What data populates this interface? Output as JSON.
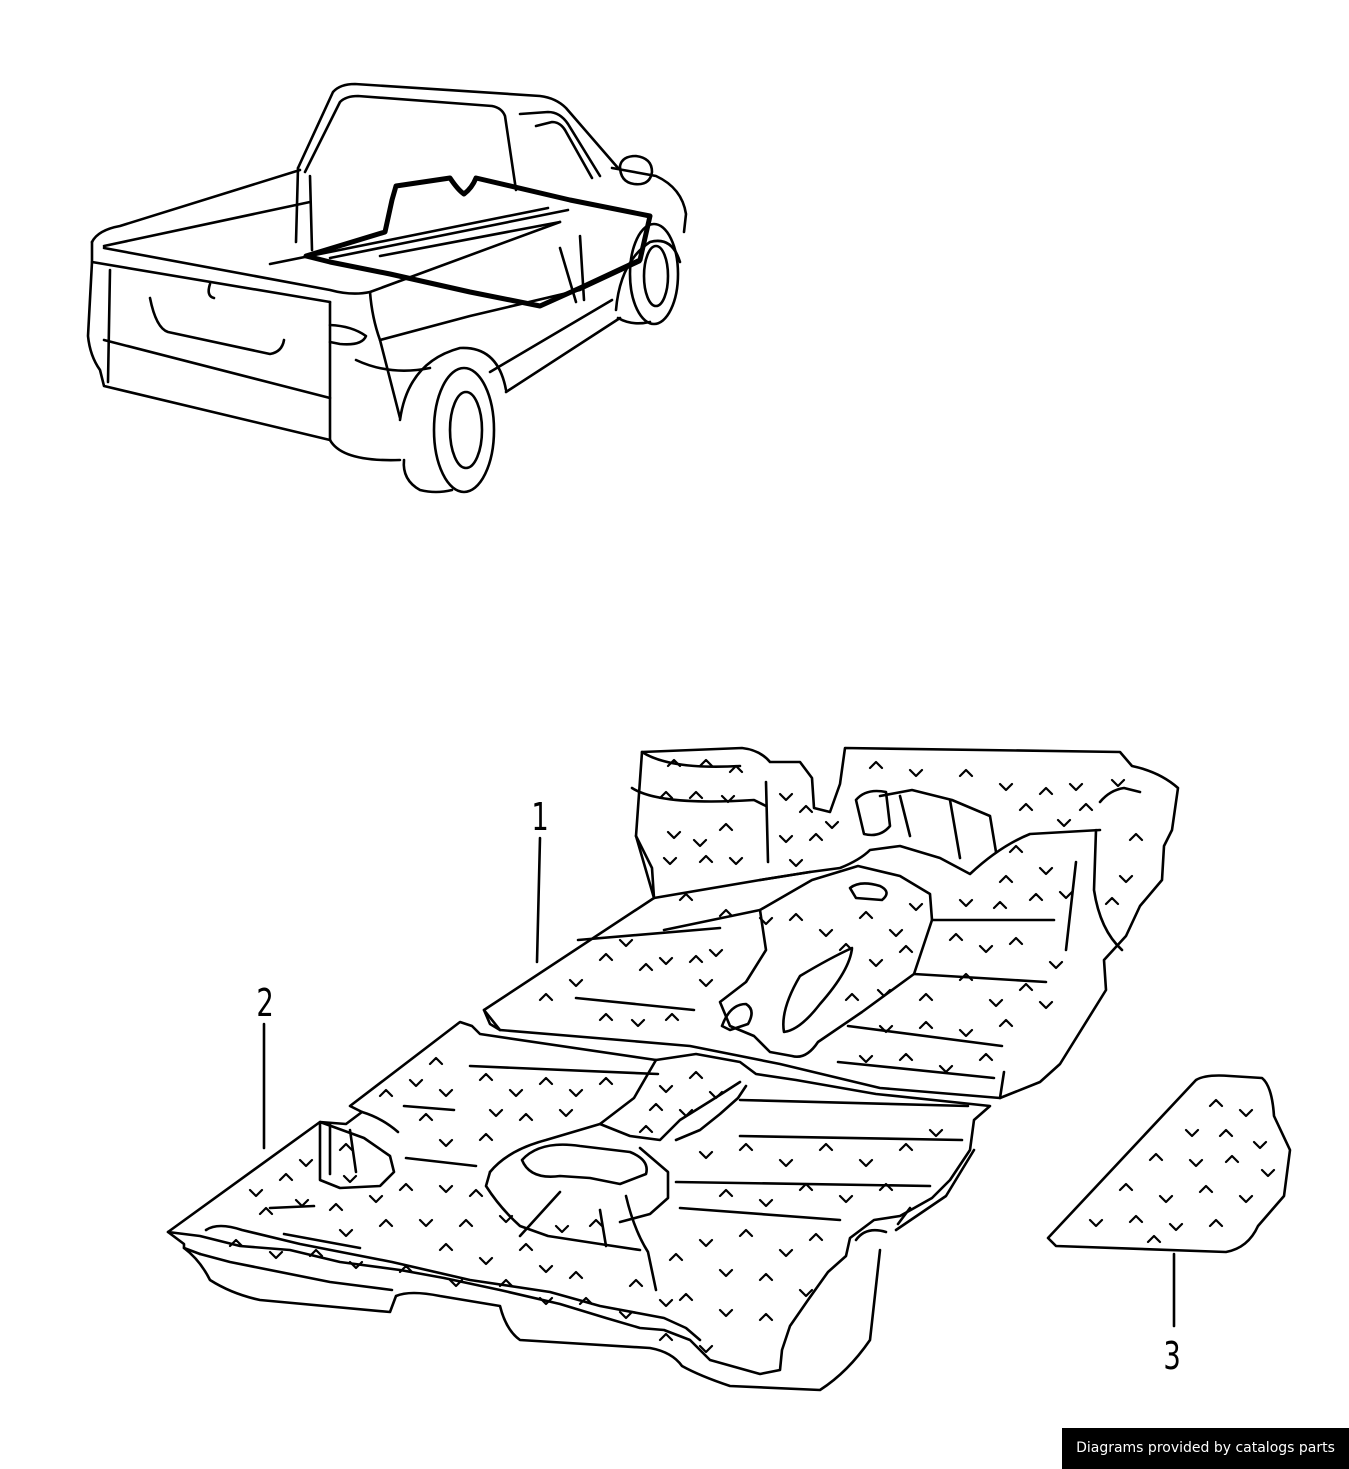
{
  "callouts": {
    "part1": "1",
    "part2": "2",
    "part3": "3"
  },
  "footer": {
    "credit": "Diagrams provided by catalogs parts"
  },
  "colors": {
    "line": "#000000",
    "background": "#ffffff",
    "banner": "#000000",
    "banner_text": "#ffffff"
  }
}
